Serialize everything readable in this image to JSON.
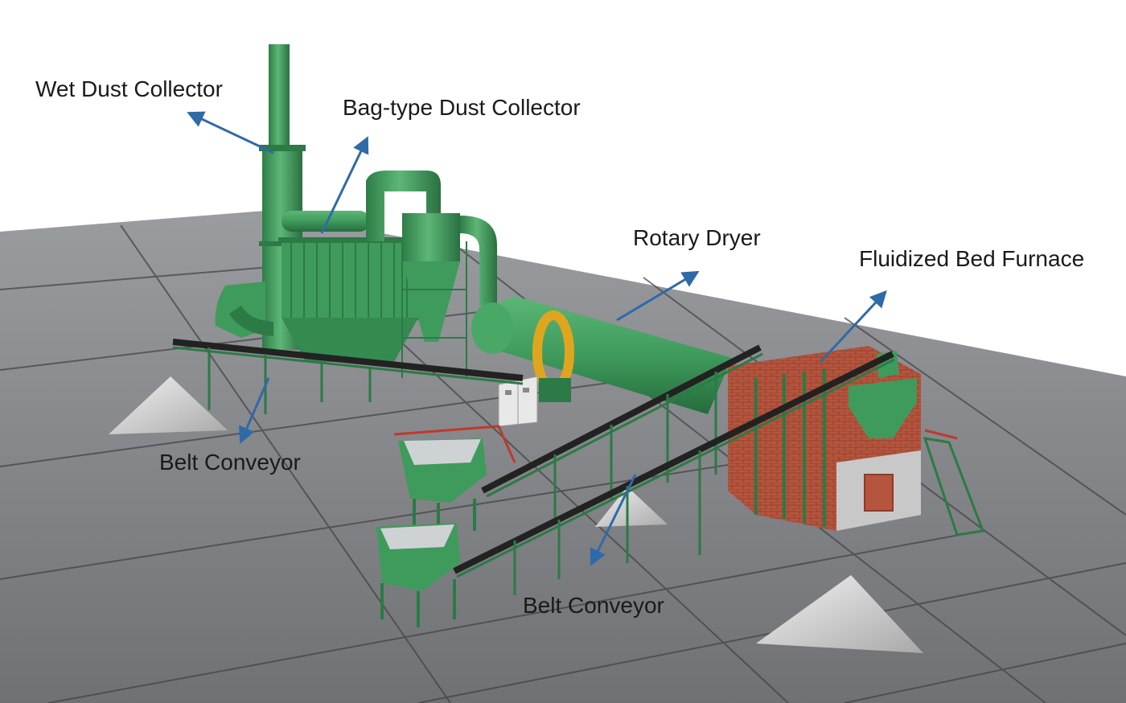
{
  "labels": {
    "wet_dust_collector": "Wet Dust Collector",
    "bag_dust_collector": "Bag-type Dust Collector",
    "rotary_dryer": "Rotary Dryer",
    "fluidized_bed_furnace": "Fluidized Bed Furnace",
    "belt_conveyor_left": "Belt Conveyor",
    "belt_conveyor_right": "Belt Conveyor"
  },
  "colors": {
    "equipment_green": "#3f9b5c",
    "equipment_green_dark": "#2c7a45",
    "arrow_blue": "#2f6aa8",
    "brick_red": "#b5553e",
    "floor_gray": "#8a8c8f",
    "sand": "#d8d8d8",
    "ring_yellow": "#e0a51e"
  }
}
